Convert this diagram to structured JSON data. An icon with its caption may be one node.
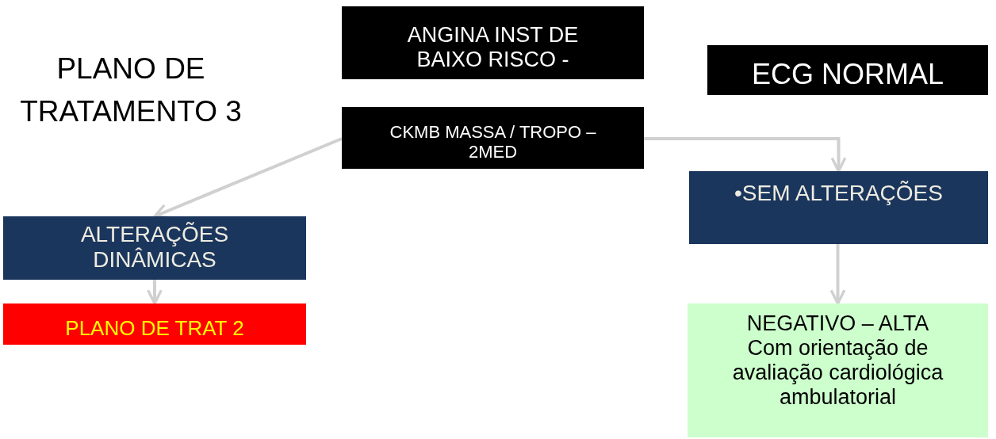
{
  "diagram": {
    "title": "PLANO DE TRATAMENTO 3",
    "nodes": [
      {
        "text": [
          "ANGINA INST DE BAIXO RISCO -"
        ]
      },
      {
        "text": [
          "ECG NORMAL"
        ]
      },
      {
        "text": [
          "CKMB MASSA / TROPO – 2MED"
        ]
      },
      {
        "text": [
          "ALTERAÇÕES DINÂMICAS"
        ]
      },
      {
        "text": [
          "PLANO DE TRAT 2"
        ]
      },
      {
        "text": [
          "•SEM ALTERAÇÕES"
        ]
      },
      {
        "text": [
          "NEGATIVO – ALTA",
          "Com orientação de avaliação cardiológica ambulatorial"
        ]
      }
    ],
    "edges": [
      {
        "from": 2,
        "to": 3,
        "arrow": "to"
      },
      {
        "from": 3,
        "to": 4,
        "arrow": "to"
      },
      {
        "from": 2,
        "to": 5,
        "arrow": "to"
      },
      {
        "from": 5,
        "to": 6,
        "arrow": "to"
      }
    ]
  }
}
